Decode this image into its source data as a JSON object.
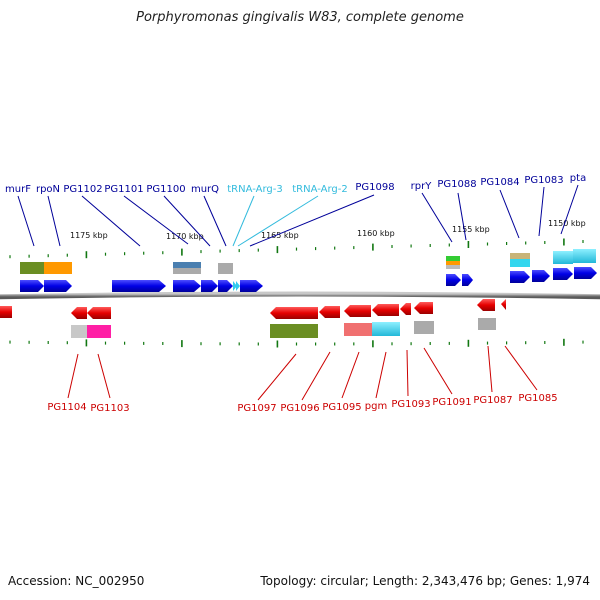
{
  "title": "Porphyromonas gingivalis W83, complete genome",
  "footer": {
    "accession": "Accession: NC_002950",
    "topology": "Topology: circular; Length: 2,343,476 bp; Genes: 1,974"
  },
  "colors": {
    "plus_strand": "#0000e6",
    "minus_strand": "#e60000",
    "trna": "#33ccee",
    "plus_label": "#000099",
    "minus_label": "#cc0000",
    "trna_label": "#33bbdd",
    "tick": "#117711",
    "backbone": "#888888"
  },
  "scale_labels": [
    "1175 kbp",
    "1170 kbp",
    "1165 kbp",
    "1160 kbp",
    "1155 kbp",
    "1150 kbp"
  ],
  "plus_labels": [
    "murF",
    "rpoN",
    "PG1102",
    "PG1101",
    "PG1100",
    "murQ",
    "PG1098",
    "rprY",
    "PG1088",
    "PG1084",
    "PG1083",
    "pta"
  ],
  "trna_labels": [
    "tRNA-Arg-3",
    "tRNA-Arg-2"
  ],
  "minus_labels": [
    "PG1104",
    "PG1103",
    "PG1097",
    "PG1096",
    "PG1095",
    "pgm",
    "PG1093",
    "PG1091",
    "PG1087",
    "PG1085"
  ]
}
